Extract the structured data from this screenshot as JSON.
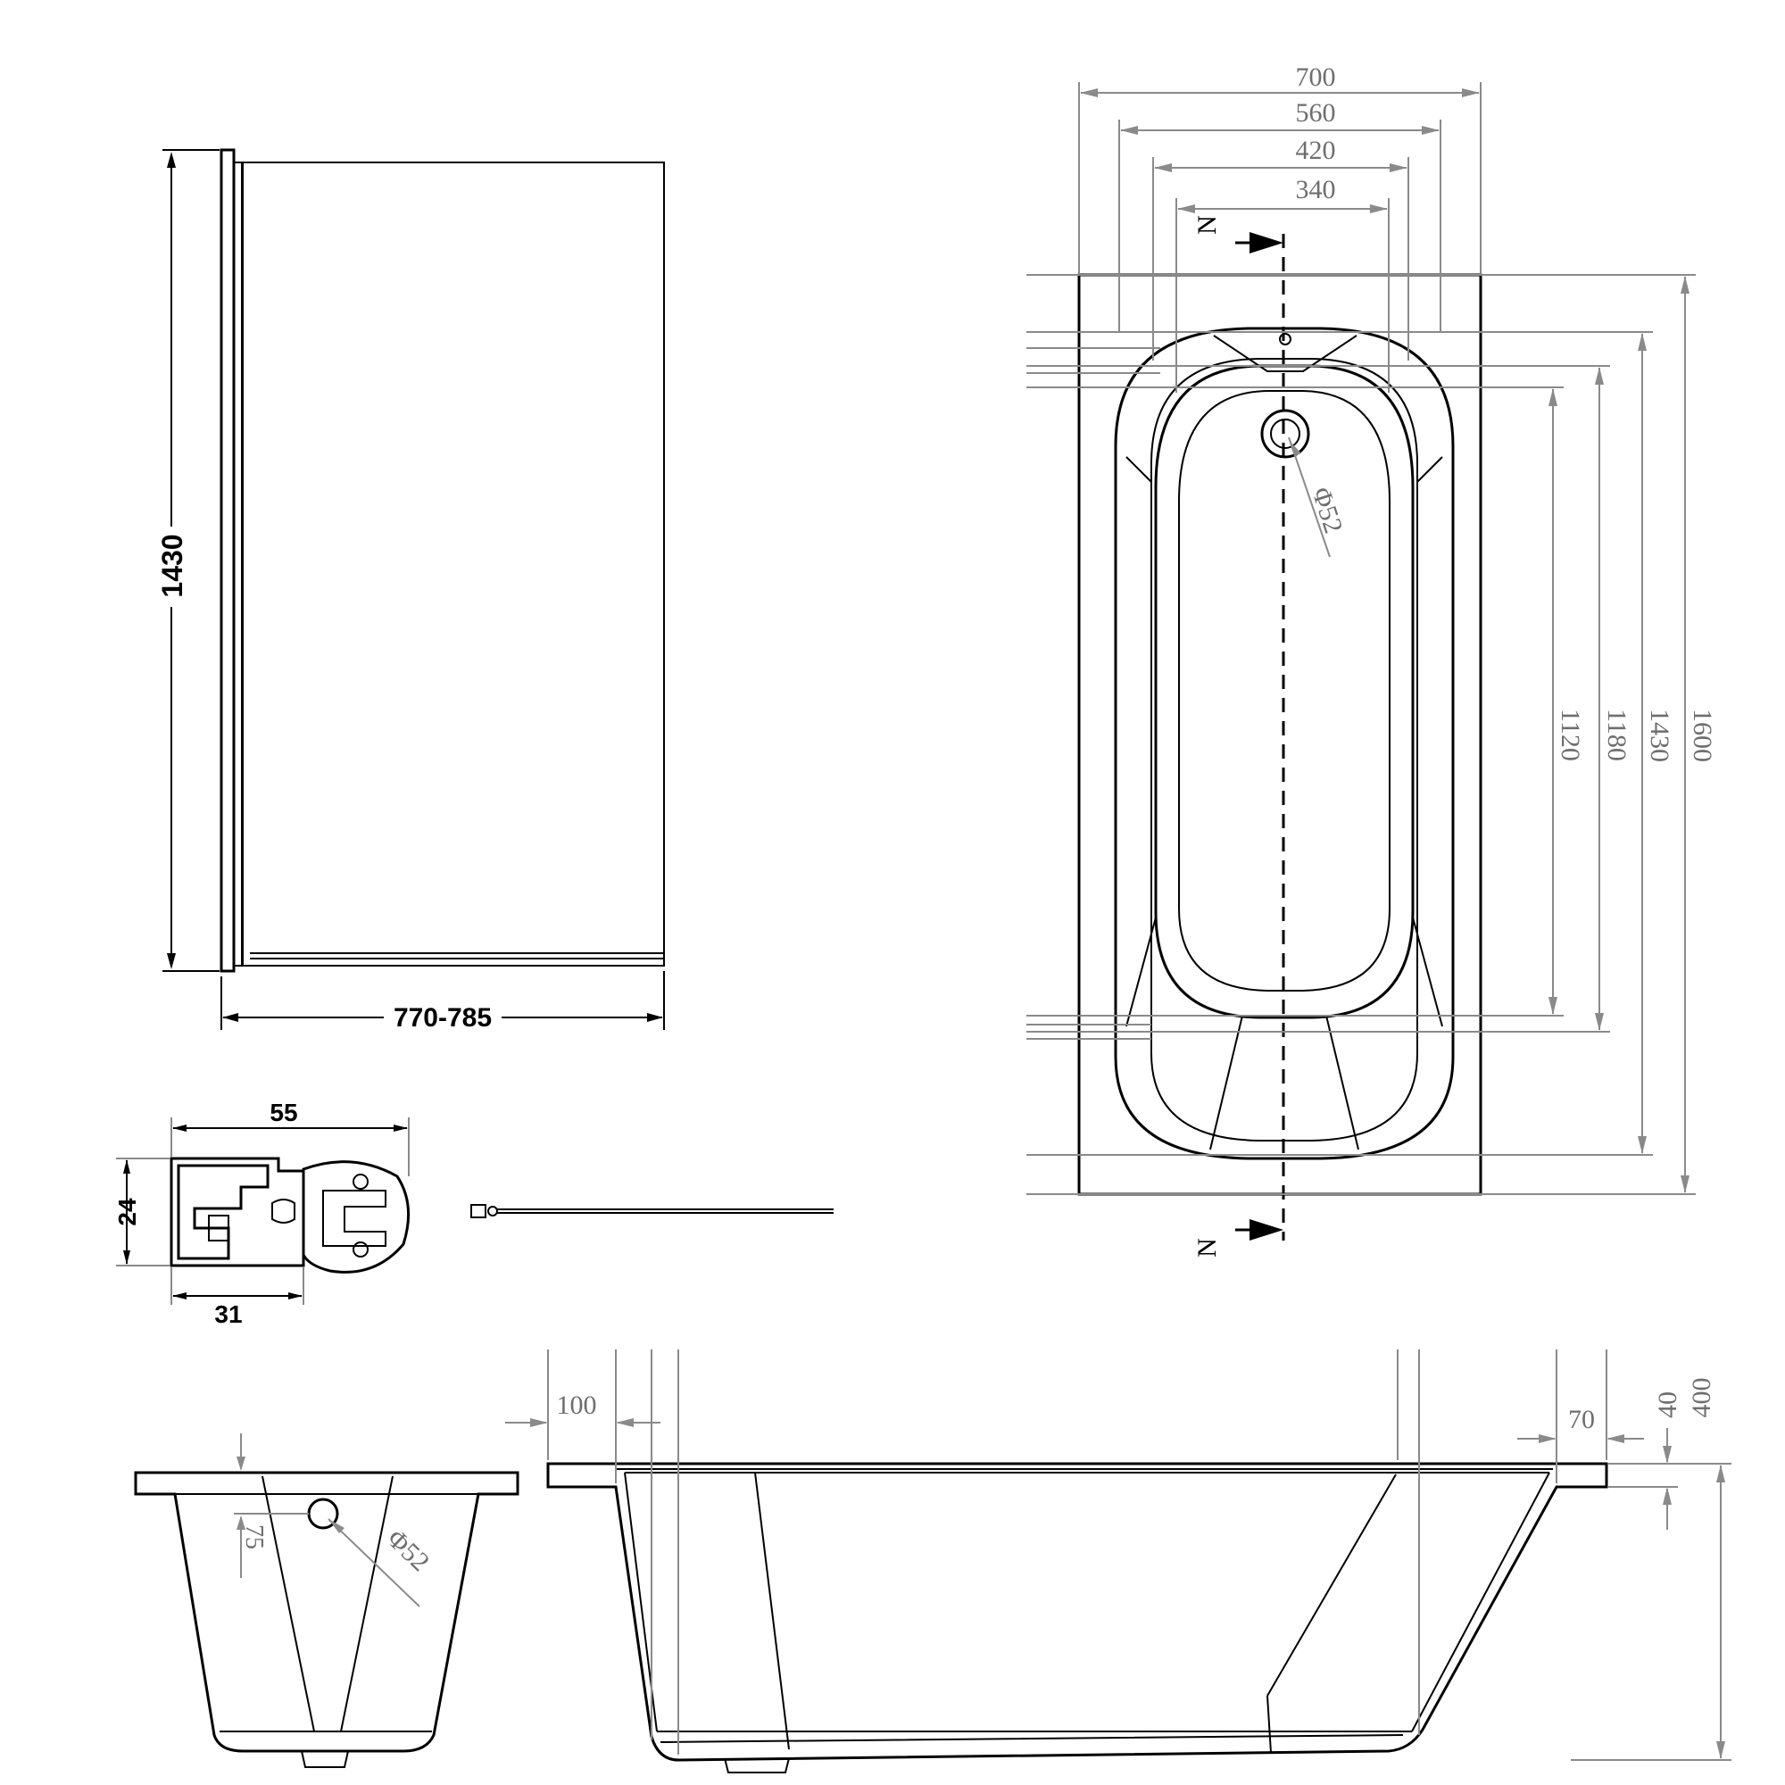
{
  "screen_dims": {
    "height": "1430",
    "width": "770-785"
  },
  "profile_dims": {
    "width": "55",
    "height": "24",
    "base": "31"
  },
  "plan_dims": {
    "w1": "700",
    "w2": "560",
    "w3": "420",
    "w4": "340",
    "l1": "1120",
    "l2": "1180",
    "l3": "1430",
    "l4": "1600",
    "waste": "Φ52"
  },
  "section_labels": {
    "top": "N",
    "bottom": "N"
  },
  "end_view_dims": {
    "depth": "75",
    "waste": "Φ52"
  },
  "side_view_dims": {
    "rim": "100",
    "end_rim": "70",
    "lip": "40",
    "height": "400"
  }
}
